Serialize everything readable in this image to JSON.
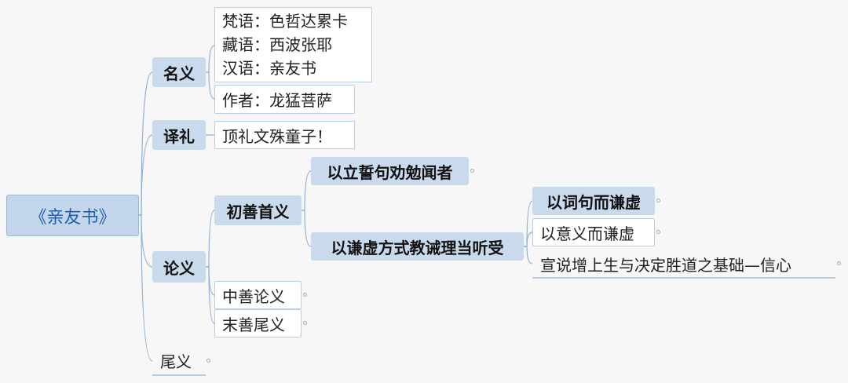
{
  "map": {
    "root": "《亲友书》",
    "mingyi": {
      "label": "名义",
      "names": [
        "梵语：色哲达累卡",
        "藏语：西波张耶",
        "汉语：亲友书"
      ],
      "author": "作者：龙猛菩萨"
    },
    "yili": {
      "label": "译礼",
      "text": "顶礼文殊童子！"
    },
    "lunyi": {
      "label": "论义",
      "chushan": {
        "label": "初善首义",
        "li_shi": "以立誓句劝勉闻者",
        "qianxu": {
          "label": "以谦虚方式教诫理当听受",
          "items": [
            "以词句而谦虚",
            "以意义而谦虚",
            "宣说增上生与决定胜道之基础—信心"
          ]
        }
      },
      "zhongshan": "中善论义",
      "moshan": "末善尾义"
    },
    "weiyi": "尾义"
  },
  "colors": {
    "line": "#8fb0d4",
    "root_fill": "#c3d6ec",
    "topic_fill": "#c9daed",
    "root_text": "#1d5fb3",
    "node_border": "#b9cde6"
  }
}
